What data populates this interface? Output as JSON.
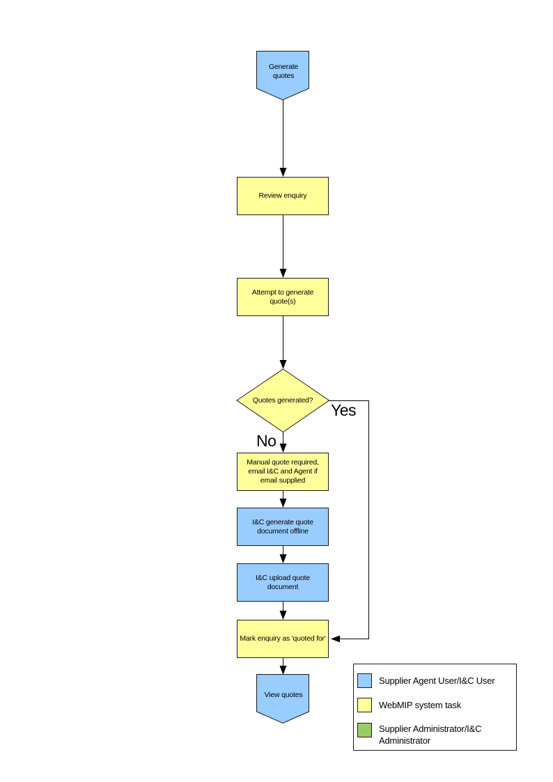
{
  "flowchart": {
    "nodes": {
      "start": {
        "label": "Generate quotes",
        "shape": "pentagon-down",
        "role": "user-task"
      },
      "review": {
        "label": "Review enquiry",
        "shape": "rect",
        "role": "system-task"
      },
      "attempt": {
        "label": "Attempt to generate quote(s)",
        "shape": "rect",
        "role": "system-task"
      },
      "decision": {
        "label": "Quotes generated?",
        "shape": "diamond",
        "role": "system-task"
      },
      "manual": {
        "label": "Manual quote required, email I&C and Agent if email supplied",
        "shape": "rect",
        "role": "system-task"
      },
      "generate_offline": {
        "label": "I&C generate quote document offline",
        "shape": "rect",
        "role": "user-task"
      },
      "upload": {
        "label": "I&C upload quote document",
        "shape": "rect",
        "role": "user-task"
      },
      "mark": {
        "label": "Mark enquiry as 'quoted for'",
        "shape": "rect",
        "role": "system-task"
      },
      "end": {
        "label": "View quotes",
        "shape": "pentagon-down",
        "role": "user-task"
      }
    },
    "branch_labels": {
      "yes": "Yes",
      "no": "No"
    },
    "legend": {
      "items": [
        {
          "label": "Supplier Agent User/I&C User",
          "color": "#99CCFF"
        },
        {
          "label": "WebMIP system task",
          "color": "#FFFF99"
        },
        {
          "label": "Supplier Administrator/I&C Administrator",
          "color": "#99CC66"
        }
      ]
    },
    "colors": {
      "user_task": "#99CCFF",
      "system_task": "#FFFF99",
      "admin_task": "#99CC66",
      "border": "#1a1a1a",
      "connector": "#000000",
      "background": "#ffffff"
    }
  }
}
